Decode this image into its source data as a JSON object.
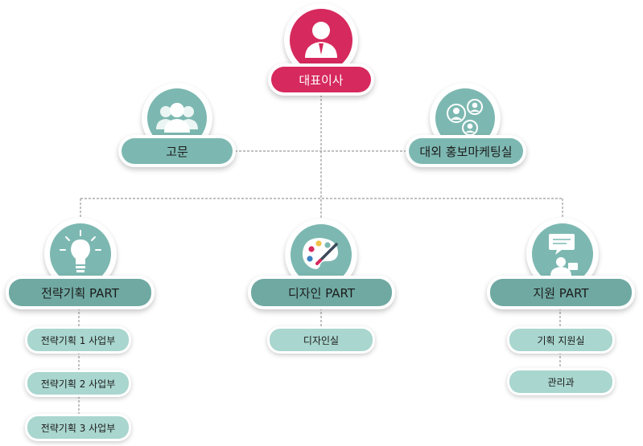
{
  "colors": {
    "accent": "#d6295d",
    "teal": "#7cb8b1",
    "teal_dark": "#6fa9a2",
    "teal_light": "#a9d6cf",
    "connector": "#9a9a9a"
  },
  "ceo": {
    "label": "대표이사",
    "icon": "ceo-person-icon"
  },
  "advisor": {
    "label": "고문",
    "icon": "group-people-icon"
  },
  "marketing": {
    "label": "대외 홍보마케팅실",
    "icon": "network-people-icon"
  },
  "parts": [
    {
      "label": "전략기획 PART",
      "icon": "lightbulb-icon",
      "subs": [
        "전략기획 1 사업부",
        "전략기획 2 사업부",
        "전략기획 3 사업부"
      ]
    },
    {
      "label": "디자인 PART",
      "icon": "palette-icon",
      "subs": [
        "디자인실"
      ]
    },
    {
      "label": "지원 PART",
      "icon": "support-person-icon",
      "subs": [
        "기획 지원실",
        "관리과"
      ]
    }
  ]
}
